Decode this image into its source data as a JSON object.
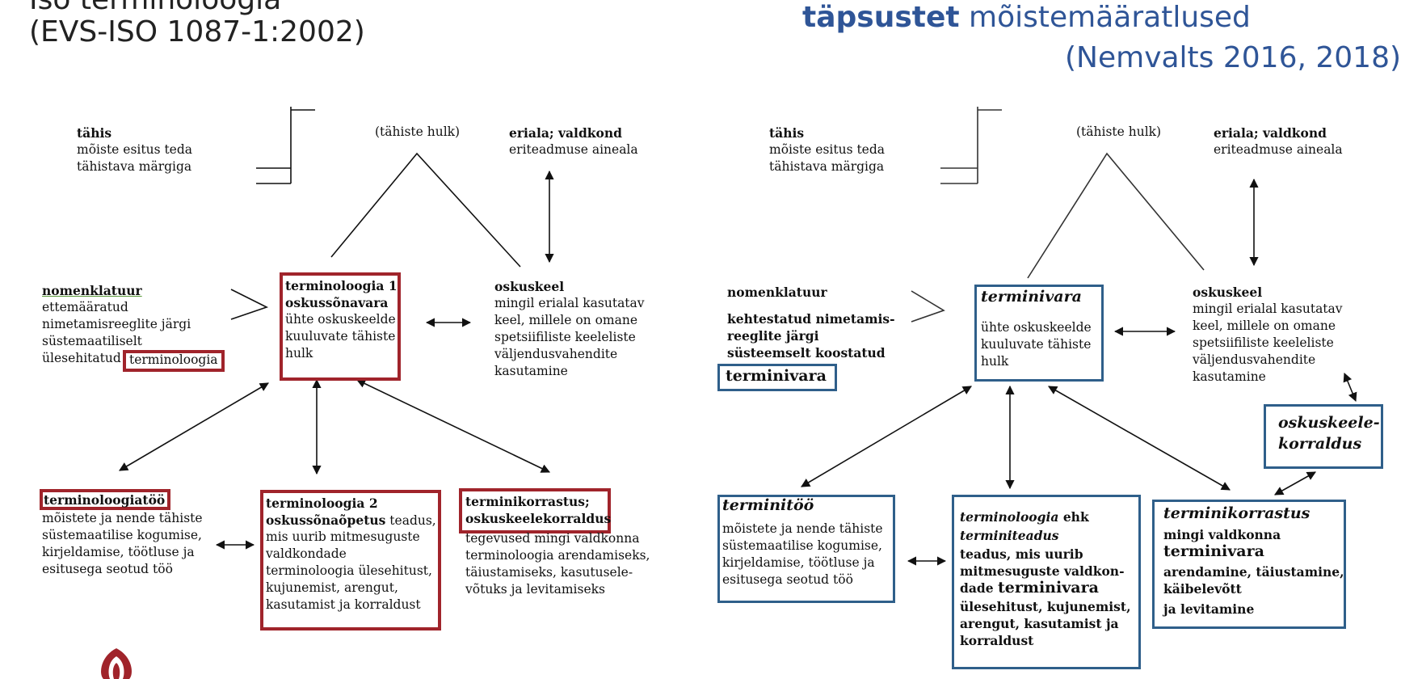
{
  "header": {
    "left_line1": "Iso terminoloogia",
    "left_line2": "(EVS-ISO 1087-1:2002)",
    "right_bold": "täpsustet",
    "right_rest": " mõistemääratlused",
    "right_line2": "(Nemvalts 2016, 2018)"
  },
  "left": {
    "tahis_title": "tähis",
    "tahis_l1": "mõiste esitus teda",
    "tahis_l2": "tähistava märgiga",
    "tahiste_hulk": "(tähiste hulk)",
    "eriala_title": "eriala; valdkond",
    "eriala_l1": "eriteadmuse aineala",
    "nomen_title": "nomenklatuur",
    "nomen_l1": "ettemääratud",
    "nomen_l2": "nimetamisreeglite järgi",
    "nomen_l3": "süstemaatiliselt",
    "nomen_l4": "ülesehitatud",
    "nomen_l4_boxed": "terminoloogia",
    "term1_l1": "terminoloogia 1",
    "term1_l2": "oskussõnavara",
    "term1_l3": "ühte oskuskeelde",
    "term1_l4": "kuuluvate tähiste",
    "term1_l5": "hulk",
    "osk_title": "oskuskeel",
    "osk_l1": "mingil erialal kasutatav",
    "osk_l2": "keel, millele on omane",
    "osk_l3": "spetsiifiliste keeleliste",
    "osk_l4": "väljendusvahendite",
    "osk_l5": "kasutamine",
    "too_title": "terminoloogiatöö",
    "too_l1": "mõistete ja nende tähiste",
    "too_l2": "süstemaatilise kogumise,",
    "too_l3": "kirjeldamise, töötluse ja",
    "too_l4": "esitusega seotud töö",
    "term2_l1": "terminoloogia 2",
    "term2_l2a": "oskussõnaõpetus",
    "term2_l2b": " teadus,",
    "term2_l3": "mis uurib mitmesuguste",
    "term2_l4": "valdkondade",
    "term2_l5": "terminoloogia ülesehitust,",
    "term2_l6": "kujunemist, arengut,",
    "term2_l7": "kasutamist ja korraldust",
    "korr_title1": "terminikorrastus;",
    "korr_title2": "oskuskeelekorraldus",
    "korr_l1": "tegevused mingi valdkonna",
    "korr_l2": "terminoloogia arendamiseks,",
    "korr_l3": "täiustamiseks, kasutusele-",
    "korr_l4": "võtuks ja levitamiseks"
  },
  "right": {
    "tahis_title": "tähis",
    "tahis_l1": "mõiste esitus teda",
    "tahis_l2": "tähistava märgiga",
    "tahiste_hulk": "(tähiste hulk)",
    "eriala_title": "eriala; valdkond",
    "eriala_l1": "eriteadmuse aineala",
    "nomen_title": "nomenklatuur",
    "nomen_l1": "kehtestatud nimetamis-",
    "nomen_l2": "reeglite järgi",
    "nomen_l3": "süsteemselt koostatud",
    "nomen_boxed": "terminivara",
    "tv_title": "terminivara",
    "tv_l1": "ühte oskuskeelde",
    "tv_l2": "kuuluvate tähiste",
    "tv_l3": "hulk",
    "osk_title": "oskuskeel",
    "osk_l1": "mingil erialal kasutatav",
    "osk_l2": "keel, millele on omane",
    "osk_l3": "spetsiifiliste keeleliste",
    "osk_l4": "väljendusvahendite",
    "osk_l5": "kasutamine",
    "oskk_l1": "oskuskeele-",
    "oskk_l2": "korraldus",
    "tt_title": "terminitöö",
    "tt_l1": "mõistete ja nende tähiste",
    "tt_l2": "süstemaatilise kogumise,",
    "tt_l3": "kirjeldamise, töötluse ja",
    "tt_l4": "esitusega seotud töö",
    "tl_l1a": "terminoloogia",
    "tl_l1b": " ehk",
    "tl_l2": "terminiteadus",
    "tl_l3": "teadus, mis uurib",
    "tl_l4": "mitmesuguste valdkon-",
    "tl_l5a": "dade ",
    "tl_l5b": "terminivara",
    "tl_l6": "ülesehitust, kujunemist,",
    "tl_l7": "arengut, kasutamist ja",
    "tl_l8": "korraldust",
    "tk_title": "terminikorrastus",
    "tk_l1": "mingi valdkonna",
    "tk_l2": "terminivara",
    "tk_l3": "arendamine, täiustamine,",
    "tk_l4": "käibelevõtt",
    "tk_l5": "ja levitamine"
  },
  "colors": {
    "left_box": "#a0242b",
    "right_box": "#2f5f8a",
    "right_header": "#2f5597"
  }
}
